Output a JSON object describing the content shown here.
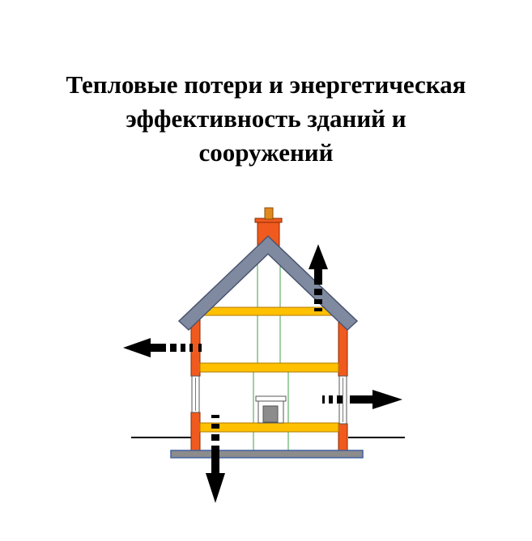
{
  "title": {
    "line1": "Тепловые потери и энергетическая",
    "line2": "эффективность зданий и",
    "line3": "сооружений"
  },
  "diagram": {
    "subject": "house-heat-loss",
    "heat_loss_arrows": [
      "roof-up",
      "wall-left",
      "window-right",
      "floor-down"
    ],
    "colors": {
      "roof": "#7f8aa0",
      "brick": "#f05a1e",
      "floor_beam": "#ffc000",
      "interior_lines": "#3fa04a",
      "foundation": "#8c8c8c",
      "foundation_outline": "#4060a0",
      "chimney_pot": "#e08a1e",
      "arrow": "#000000"
    }
  }
}
